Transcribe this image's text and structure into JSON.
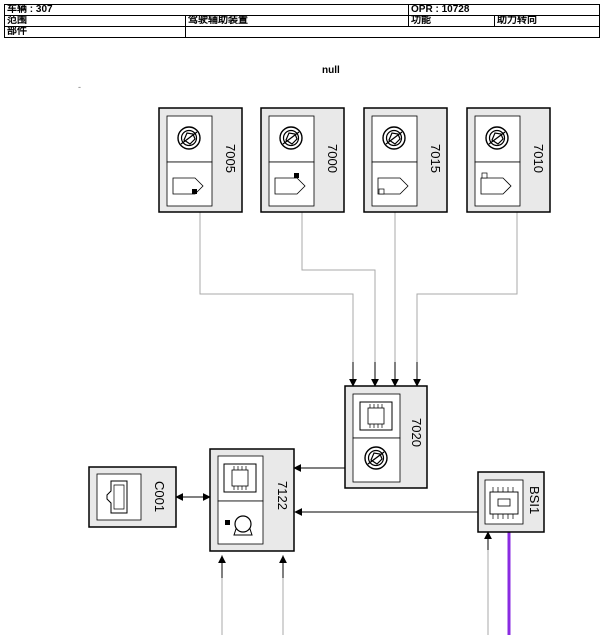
{
  "header": {
    "vehicle": "车辆 : 307",
    "opr": "OPR : 10728",
    "scope_label": "范围",
    "scope_value": "驾驶辅助装置",
    "function_label": "功能",
    "function_value": "助力转向",
    "component_label": "部件",
    "component_value": ""
  },
  "null_label": "null",
  "dash_mark": "-",
  "modules": {
    "m7005": "7005",
    "m7000": "7000",
    "m7015": "7015",
    "m7010": "7010",
    "m7020": "7020",
    "m7122": "7122",
    "mC001": "C001",
    "mBSI1": "BSI1"
  },
  "colors": {
    "module_fill": "#e9e9e9",
    "wire_gray": "#a9a9a9",
    "wire_purple": "#8a2be2",
    "arrow": "#000000"
  }
}
